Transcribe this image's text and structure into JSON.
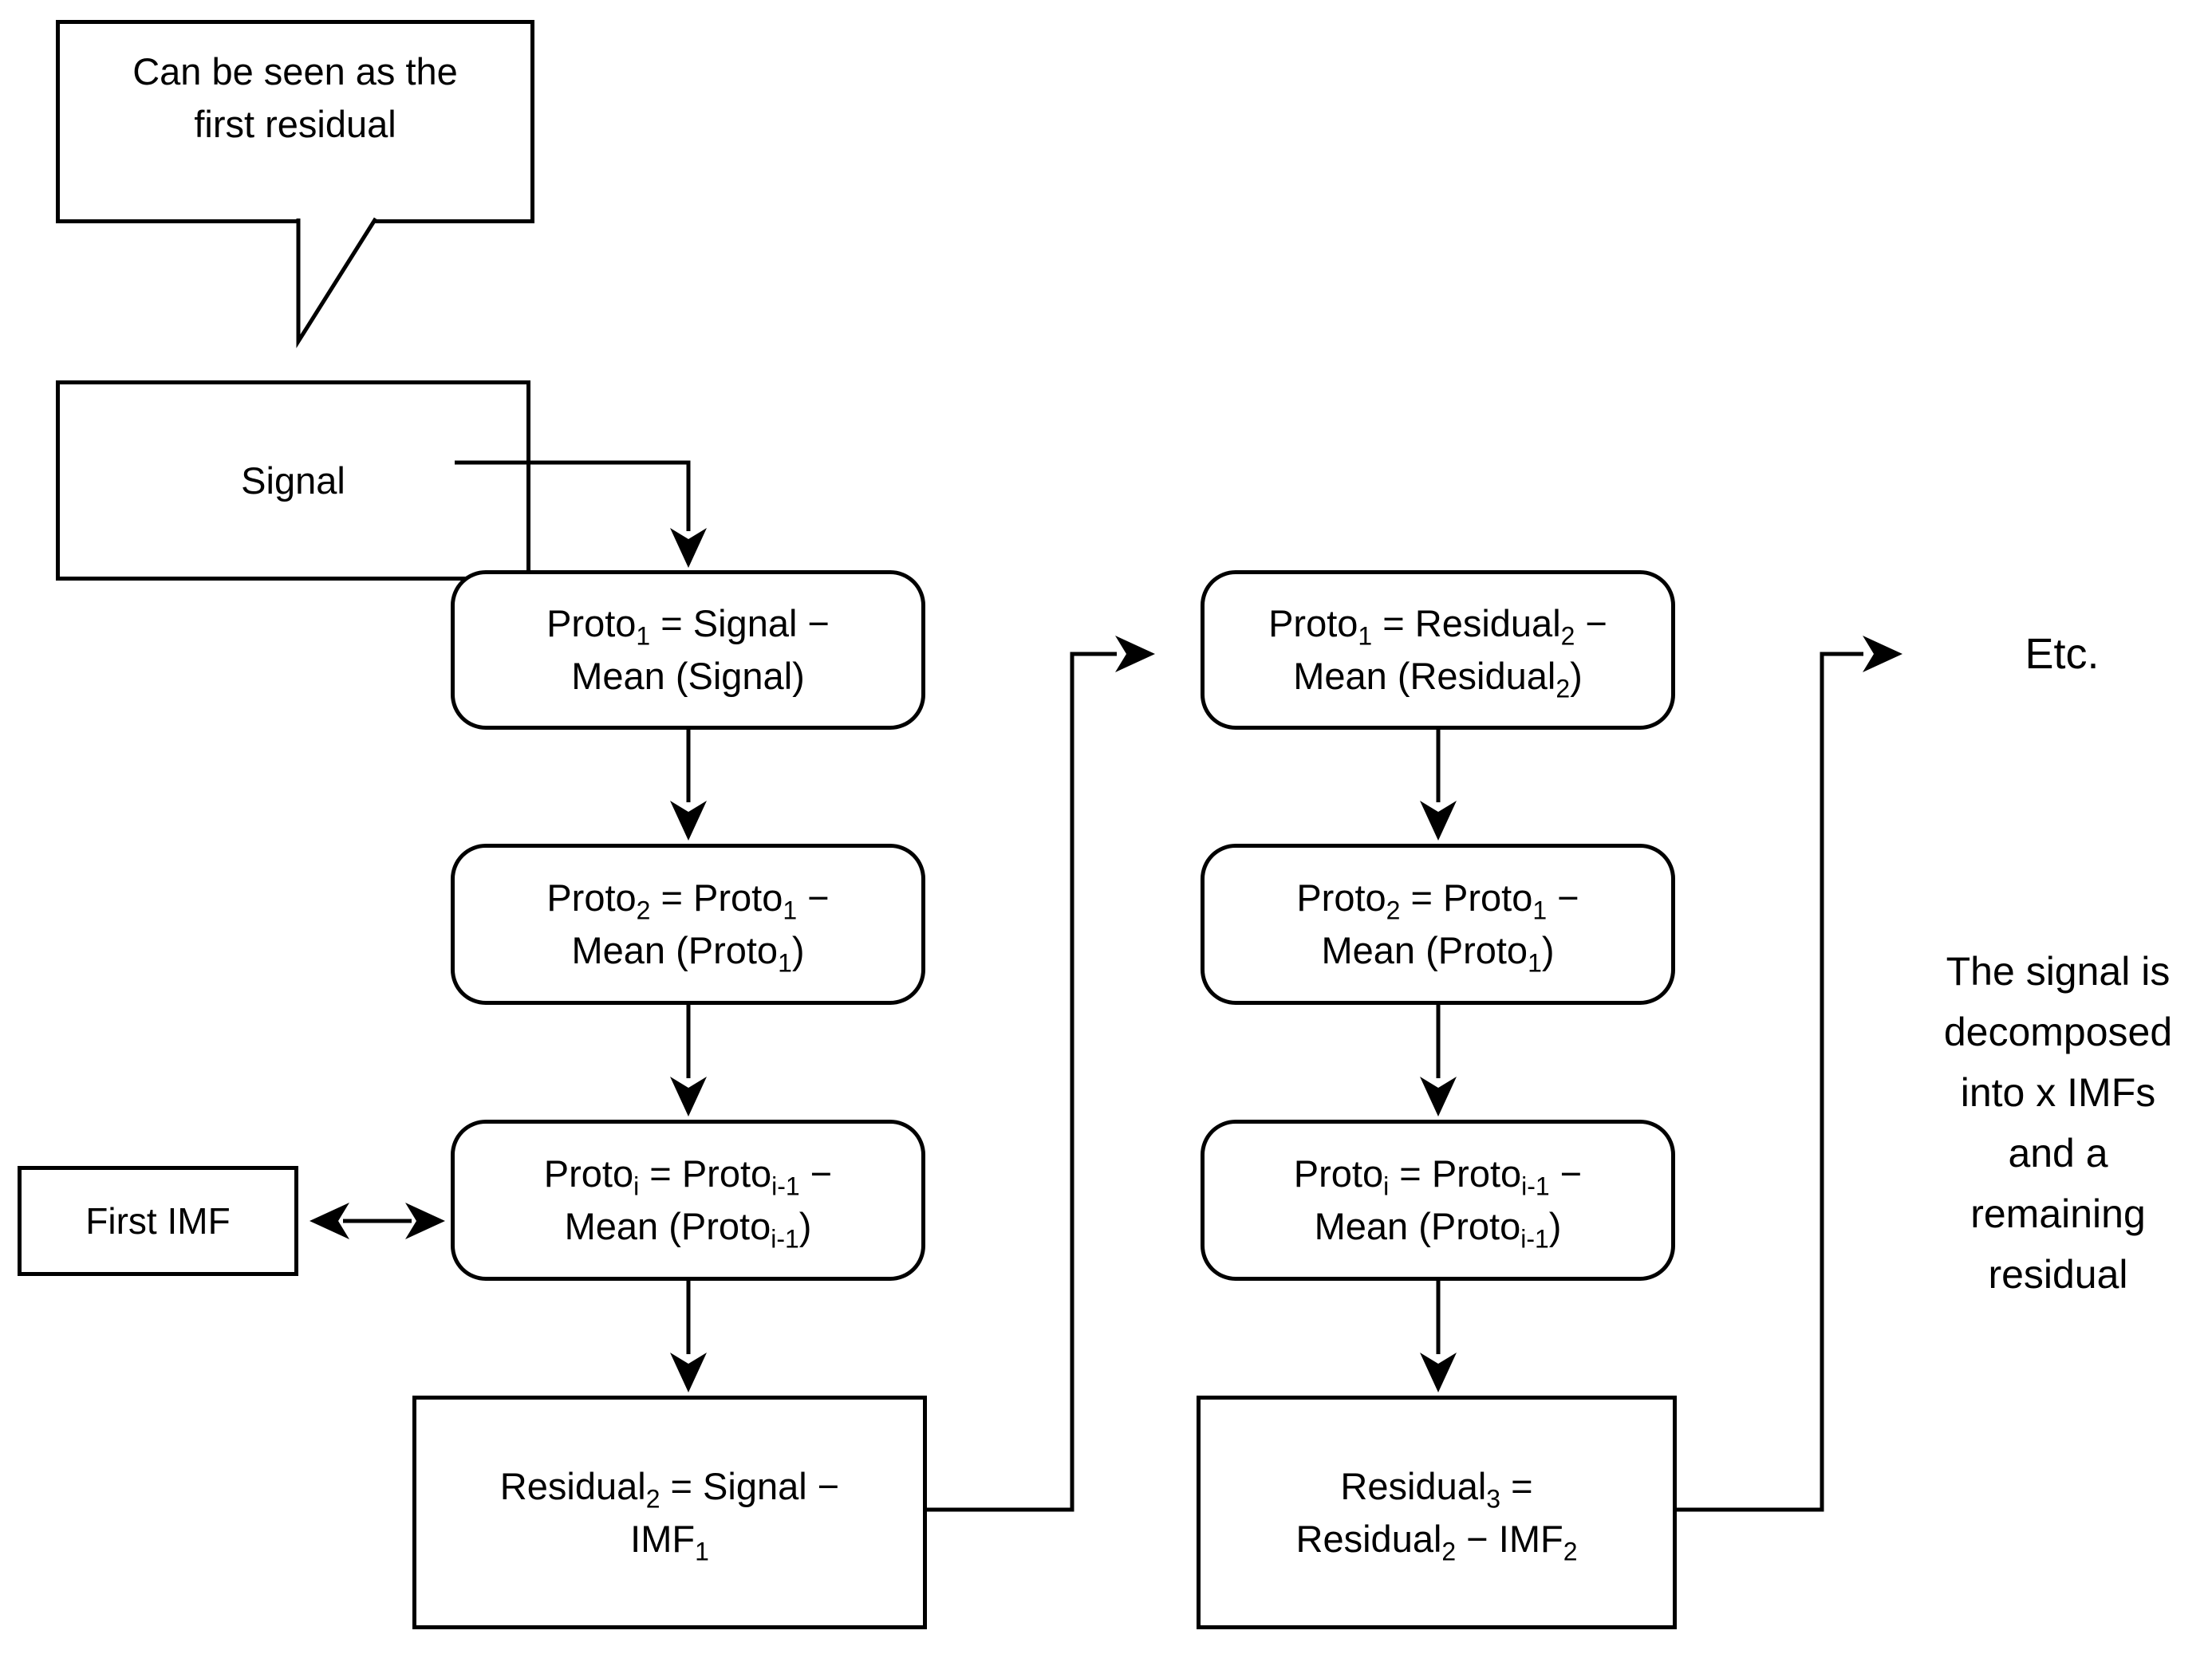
{
  "diagram": {
    "title": "EMD sifting flowchart",
    "background_color": "#ffffff",
    "stroke_color": "#000000",
    "callout": {
      "text": "Can be seen as the\nfirst residual"
    },
    "signal_box": {
      "text": "Signal"
    },
    "first_imf_box": {
      "text": "First IMF"
    },
    "column1": {
      "boxes": [
        {
          "text": "Proto~1~ = Signal −\nMean (Signal)"
        },
        {
          "text": "Proto~2~ = Proto~1~ −\nMean (Proto~1~)"
        },
        {
          "text": "Proto~i~ = Proto~i-1~ −\nMean (Proto~i-1~)"
        },
        {
          "text": "Residual~2~ = Signal −\nIMF~1~"
        }
      ]
    },
    "column2": {
      "boxes": [
        {
          "text": "Proto~1~ = Residual~2~ −\nMean (Residual~2~)"
        },
        {
          "text": "Proto~2~ = Proto~1~ −\nMean (Proto~1~)"
        },
        {
          "text": "Proto~i~ = Proto~i-1~ −\nMean (Proto~i-1~)"
        },
        {
          "text": "Residual~3~ =\nResidual~2~ − IMF~2~"
        }
      ]
    },
    "etc_label": "Etc.",
    "note": "The signal is\ndecomposed\ninto x IMFs\nand a\nremaining\nresidual"
  }
}
